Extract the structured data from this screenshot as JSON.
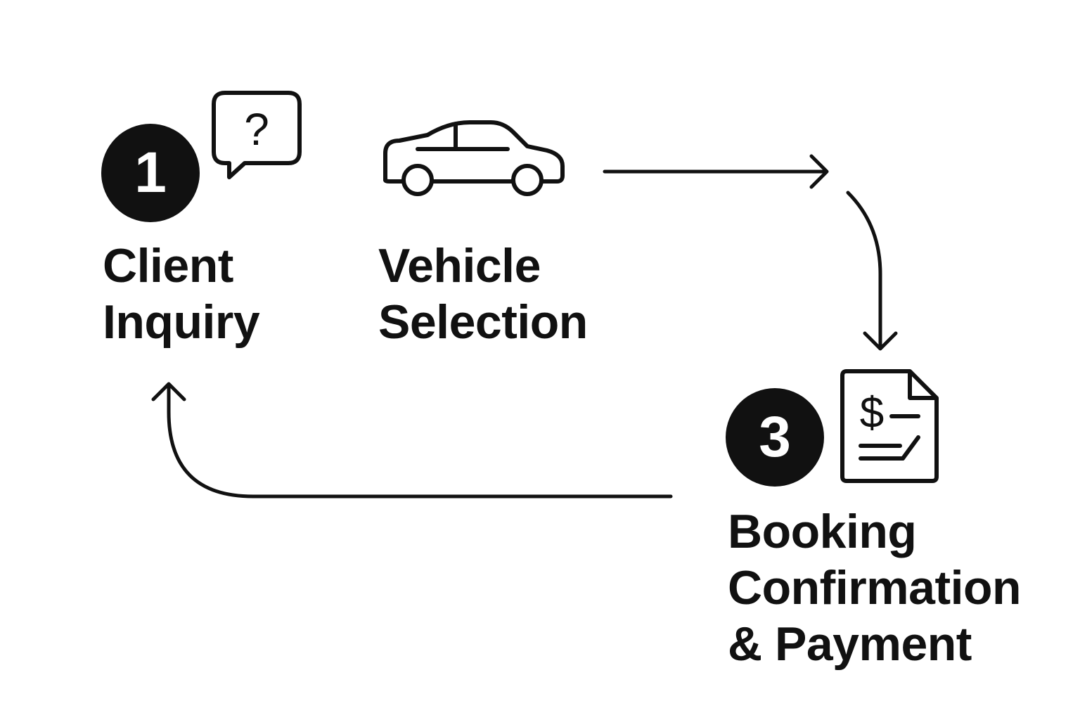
{
  "steps": [
    {
      "number": "1",
      "label_lines": [
        "Client",
        "Inquiry"
      ],
      "icon": "question-chat-bubble-icon"
    },
    {
      "number": "",
      "label_lines": [
        "Vehicle",
        "Selection"
      ],
      "icon": "car-icon"
    },
    {
      "number": "3",
      "label_lines": [
        "Booking",
        "Confirmation",
        "& Payment"
      ],
      "icon": "invoice-document-icon"
    }
  ],
  "icon_glyphs": {
    "question_mark": "?",
    "dollar_sign": "$"
  },
  "colors": {
    "ink": "#111111",
    "background": "#ffffff",
    "badge_text": "#ffffff"
  }
}
